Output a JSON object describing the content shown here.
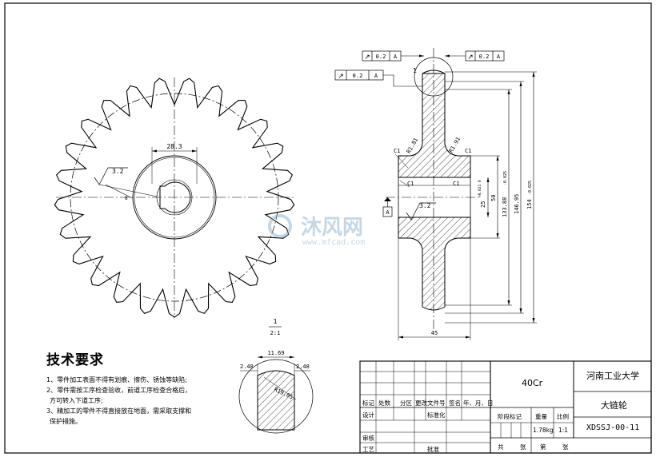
{
  "drawing": {
    "title_block": {
      "material": "40Cr",
      "organization": "河南工业大学",
      "part_name": "大链轮",
      "drawing_number": "XDSSJ-00-11",
      "col_mark": "标记",
      "col_count": "处数",
      "col_zone": "分区",
      "col_change_doc": "更改文件号",
      "col_sign": "签名",
      "col_date": "年、月、日",
      "row_design": "设计",
      "row_standardize": "标准化",
      "row_review": "审核",
      "row_process": "工艺",
      "row_approve": "批准",
      "stage_mark": "阶段标记",
      "weight_label": "重量",
      "scale_label": "比例",
      "weight_value": "1.78kg",
      "scale_value": "1:1",
      "total_label": "共",
      "sheet_label": "张",
      "page_label": "第",
      "page_sheet_label": "张"
    },
    "technical_requirements": {
      "title": "技术要求",
      "items": [
        "1、零件加工表面不得有划痕、擦伤、锈蚀等缺陷;",
        "2、零件需按工序检查验收，前道工序检查合格后，",
        "方可转入下道工序;",
        "3、精加工的零件不得直接放在地面，需采取支撑和",
        "保护措施。"
      ]
    },
    "front_view": {
      "keyway_width": "28.3",
      "roughness": "3.2",
      "key_label": "8"
    },
    "detail_view": {
      "label": "1",
      "scale": "2:1",
      "width": "11.69",
      "left_chamfer": "2.48",
      "right_chamfer": "2.48",
      "radius": "R19.05"
    },
    "section_view": {
      "runout_1": "0.2",
      "runout_2": "0.2",
      "runout_3": "0.2",
      "datum": "A",
      "detail_callout": "1",
      "fillet_left": "R1.81",
      "fillet_right": "R1.91",
      "chamfer_c1_a": "C1",
      "chamfer_c1_b": "C1",
      "chamfer_c1_c": "C1",
      "chamfer_c1_d": "C1",
      "roughness": "3.2",
      "bore": "25",
      "bore_tol": "+0.021 0",
      "hub_diameter": "50",
      "root_diameter": "133.88",
      "root_tol": "-0.025",
      "pitch_diameter": "146.95",
      "tip_diameter": "154",
      "tip_tol": "-0.025",
      "width": "45"
    },
    "watermark": {
      "brand": "沐风网",
      "url": "www.mfcad.com"
    }
  }
}
